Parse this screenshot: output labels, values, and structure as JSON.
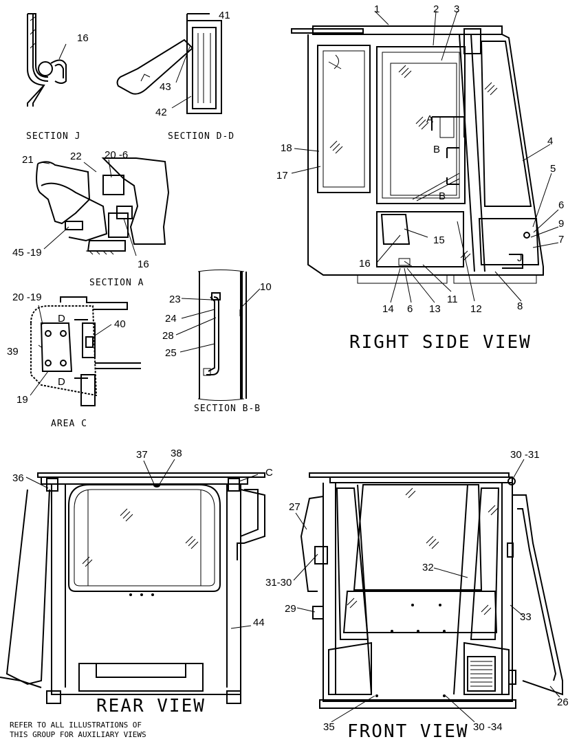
{
  "views": {
    "section_j": "SECTION J",
    "section_dd": "SECTION D-D",
    "section_a": "SECTION A",
    "section_bb": "SECTION B-B",
    "area_c": "AREA C",
    "right_side": "RIGHT SIDE VIEW",
    "rear": "REAR VIEW",
    "front": "FRONT VIEW"
  },
  "note": {
    "line1": "REFER TO ALL ILLUSTRATIONS OF",
    "line2": "THIS GROUP FOR AUXILIARY VIEWS"
  },
  "callouts": {
    "c1": "1",
    "c2": "2",
    "c3": "3",
    "c4": "4",
    "c5": "5",
    "c6a": "6",
    "c6b": "6",
    "c7": "7",
    "c8": "8",
    "c9": "9",
    "c10": "10",
    "c11": "11",
    "c12": "12",
    "c13": "13",
    "c14": "14",
    "c15": "15",
    "c16a": "16",
    "c16b": "16",
    "c16c": "16",
    "c17": "17",
    "c18": "18",
    "c19": "19",
    "c20_6": "20 -6",
    "c20_19": "20 -19",
    "c21": "21",
    "c22": "22",
    "c23": "23",
    "c24": "24",
    "c25": "25",
    "c26": "26",
    "c27": "27",
    "c28": "28",
    "c29": "29",
    "c30_31": "30 -31",
    "c31_30": "31-30",
    "c30_34": "30 -34",
    "c32": "32",
    "c33": "33",
    "c35": "35",
    "c36": "36",
    "c37": "37",
    "c38": "38",
    "c39": "39",
    "c40": "40",
    "c41": "41",
    "c42": "42",
    "c43": "43",
    "c44": "44",
    "c45_19": "45 -19",
    "cC": "C",
    "mA": "A",
    "mB1": "B",
    "mB2": "B",
    "mJ": "J",
    "mD1": "D",
    "mD2": "D"
  }
}
